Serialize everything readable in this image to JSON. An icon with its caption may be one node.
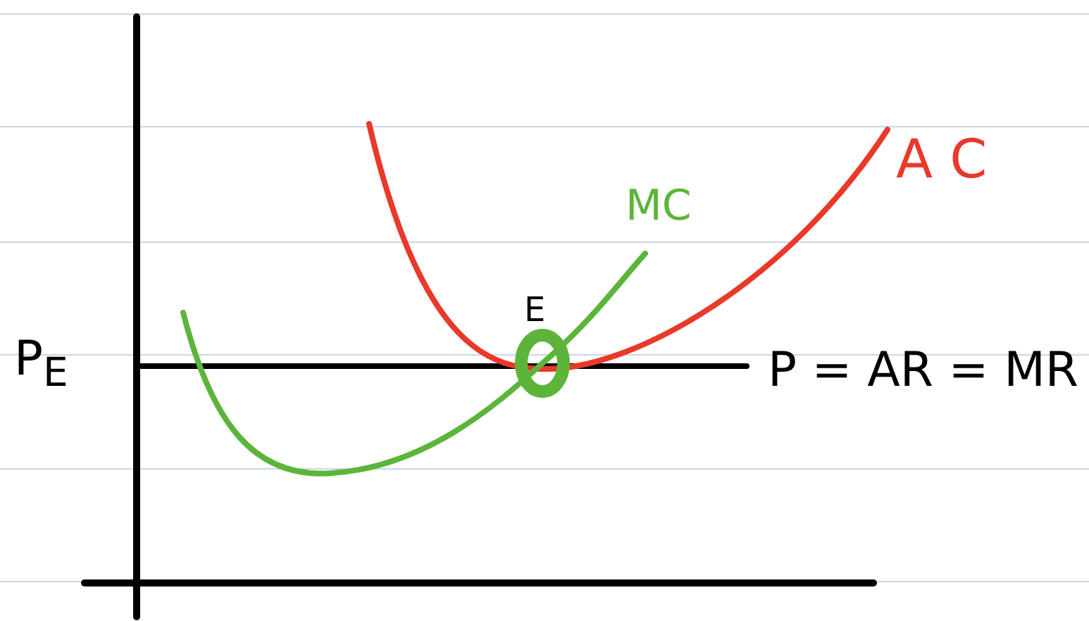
{
  "diagram": {
    "labels": [
      "A C",
      "MC",
      "E",
      "P$_{E}$",
      "P = AR = MR"
    ]
  }
}
